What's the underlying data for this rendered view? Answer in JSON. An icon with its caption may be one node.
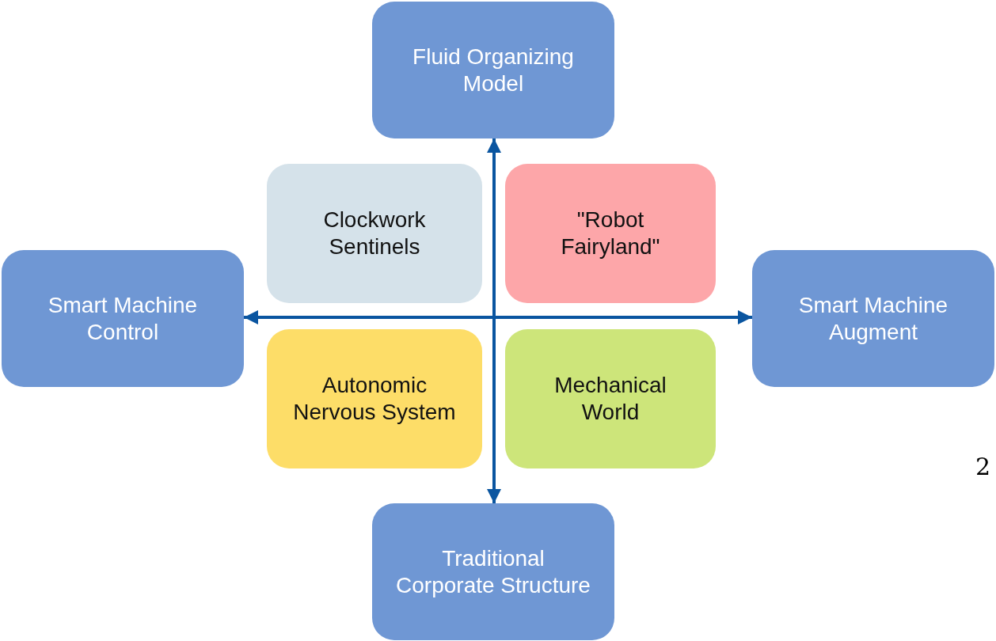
{
  "diagram": {
    "nodes": [
      {
        "text": [
          "Fluid Organizing Model"
        ]
      },
      {
        "text": [
          "Clockwork Sentinels"
        ]
      },
      {
        "text": [
          "\"Robot Fairyland\""
        ]
      },
      {
        "text": [
          "Smart Machine Control"
        ]
      },
      {
        "text": [
          "Smart Machine Augment"
        ]
      },
      {
        "text": [
          "Autonomic Nervous System"
        ]
      },
      {
        "text": [
          "Mechanical World"
        ]
      },
      {
        "text": [
          "Traditional Corporate Structure"
        ]
      }
    ],
    "edges": [
      {
        "from": 7,
        "to": 0,
        "arrow": "both"
      },
      {
        "from": 3,
        "to": 4,
        "arrow": "both"
      }
    ],
    "labels": [
      "2"
    ]
  }
}
